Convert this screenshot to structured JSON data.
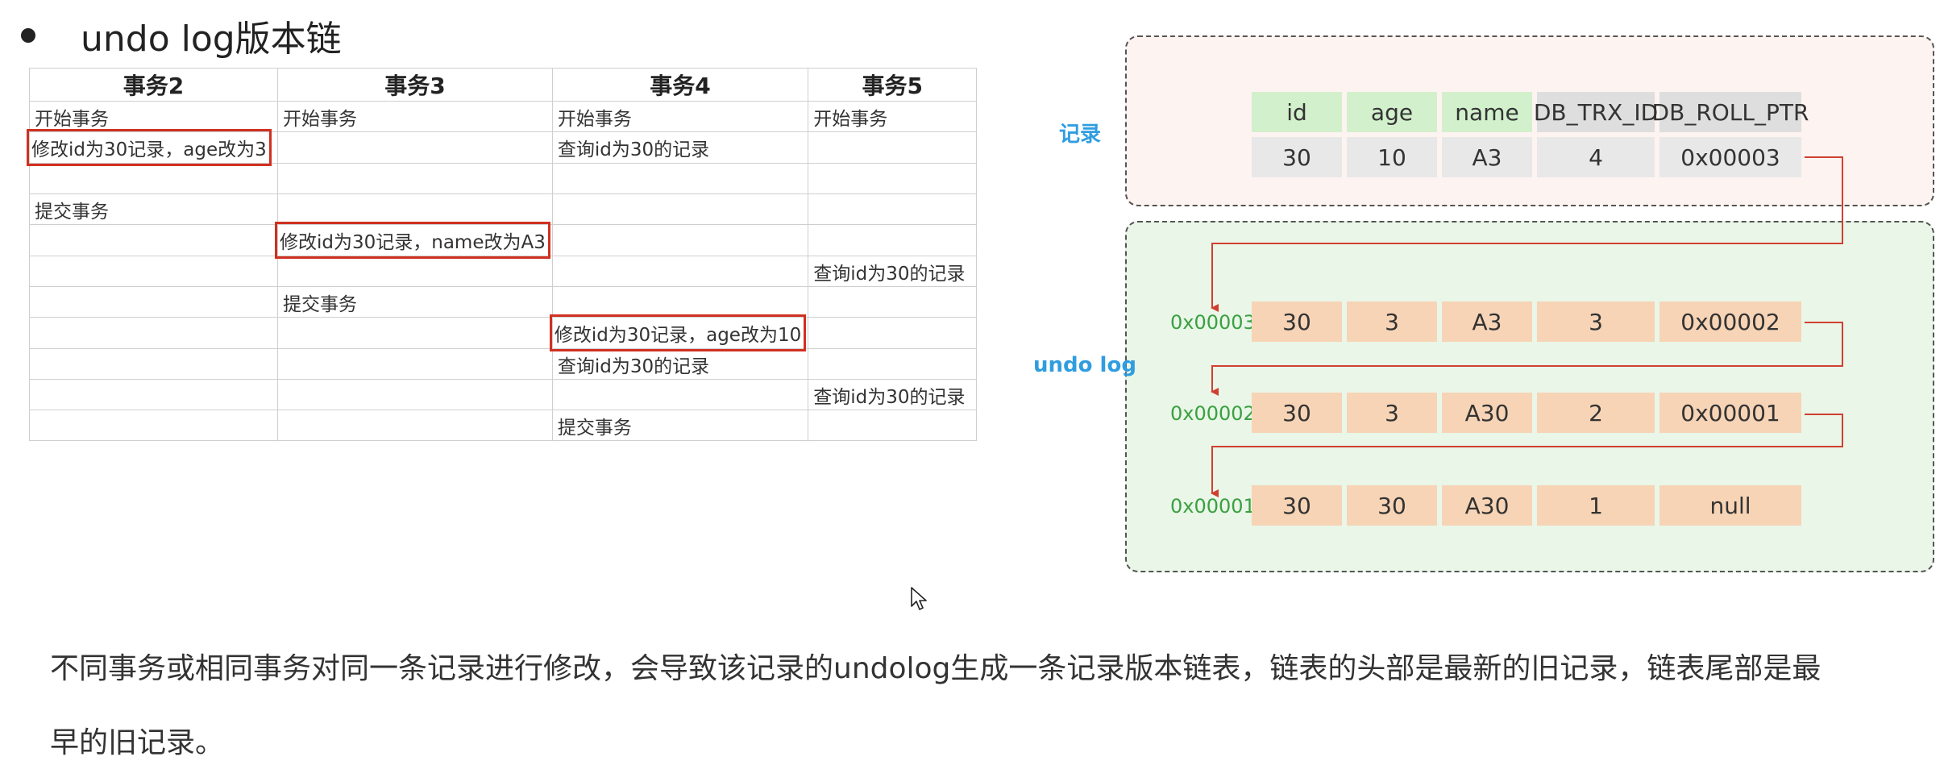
{
  "heading": {
    "title": "undo log版本链"
  },
  "tx_table": {
    "headers": [
      "事务2",
      "事务3",
      "事务4",
      "事务5"
    ],
    "rows": [
      [
        "开始事务",
        "开始事务",
        "开始事务",
        "开始事务"
      ],
      [
        "修改id为30记录，age改为3",
        "",
        "查询id为30的记录",
        ""
      ],
      [
        "",
        "",
        "",
        ""
      ],
      [
        "提交事务",
        "",
        "",
        ""
      ],
      [
        "",
        "修改id为30记录，name改为A3",
        "",
        ""
      ],
      [
        "",
        "",
        "",
        "查询id为30的记录"
      ],
      [
        "",
        "提交事务",
        "",
        ""
      ],
      [
        "",
        "",
        "修改id为30记录，age改为10",
        ""
      ],
      [
        "",
        "",
        "查询id为30的记录",
        ""
      ],
      [
        "",
        "",
        "",
        "查询id为30的记录"
      ],
      [
        "",
        "",
        "提交事务",
        ""
      ]
    ]
  },
  "record": {
    "label": "记录",
    "headers": [
      "id",
      "age",
      "name",
      "DB_TRX_ID",
      "DB_ROLL_PTR"
    ],
    "values": [
      "30",
      "10",
      "A3",
      "4",
      "0x00003"
    ]
  },
  "undo_log": {
    "label": "undo log",
    "entries": [
      {
        "addr": "0x00003",
        "values": [
          "30",
          "3",
          "A3",
          "3",
          "0x00002"
        ]
      },
      {
        "addr": "0x00002",
        "values": [
          "30",
          "3",
          "A30",
          "2",
          "0x00001"
        ]
      },
      {
        "addr": "0x00001",
        "values": [
          "30",
          "30",
          "A30",
          "1",
          "null"
        ]
      }
    ]
  },
  "paragraph": {
    "line1": "不同事务或相同事务对同一条记录进行修改，会导致该记录的undolog生成一条记录版本链表，链表的头部是最新的旧记录，链表尾部是最",
    "line2": "早的旧记录。"
  },
  "colors": {
    "highlight_border": "#d03020",
    "arrow": "#d04030",
    "label_blue": "#2f9de0",
    "addr_green": "#3aa040",
    "header_green": "#d2f0cc",
    "header_gray": "#dedede",
    "undo_orange": "#f7d4b6"
  }
}
